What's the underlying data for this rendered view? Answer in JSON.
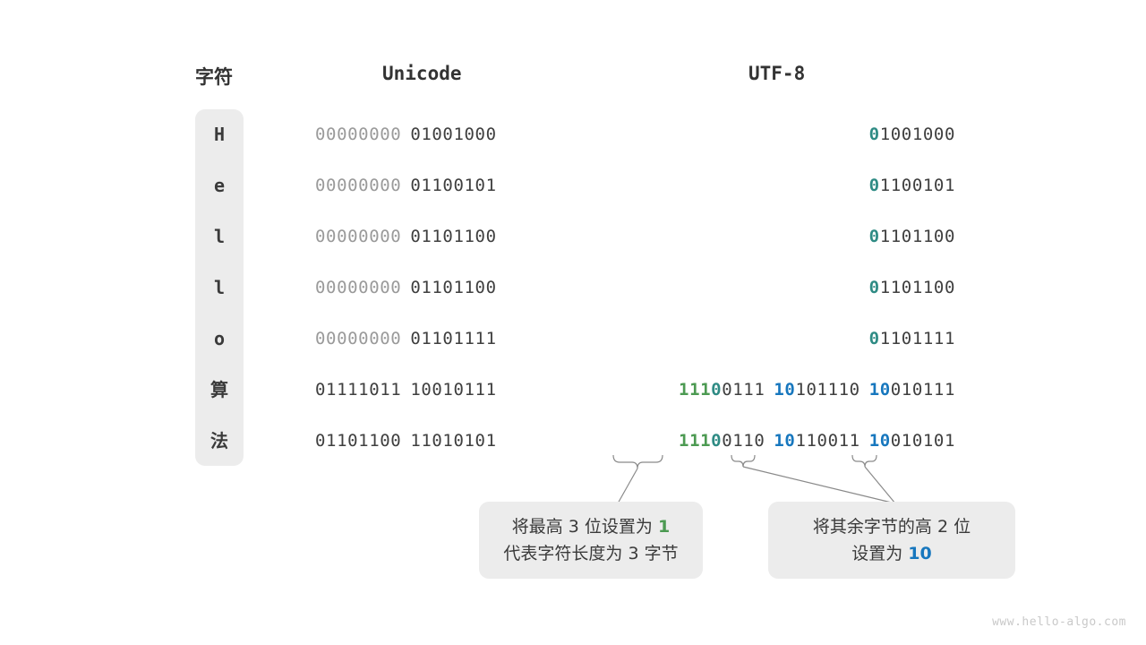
{
  "headers": {
    "character": "字符",
    "unicode": "Unicode",
    "utf8": "UTF-8"
  },
  "rows": [
    {
      "char": "H",
      "unicode_high": "00000000",
      "unicode_low": "01001000",
      "utf8_bytes": [
        {
          "marker": "0",
          "marker_color": "teal",
          "rest": "1001000"
        }
      ]
    },
    {
      "char": "e",
      "unicode_high": "00000000",
      "unicode_low": "01100101",
      "utf8_bytes": [
        {
          "marker": "0",
          "marker_color": "teal",
          "rest": "1100101"
        }
      ]
    },
    {
      "char": "l",
      "unicode_high": "00000000",
      "unicode_low": "01101100",
      "utf8_bytes": [
        {
          "marker": "0",
          "marker_color": "teal",
          "rest": "1101100"
        }
      ]
    },
    {
      "char": "l",
      "unicode_high": "00000000",
      "unicode_low": "01101100",
      "utf8_bytes": [
        {
          "marker": "0",
          "marker_color": "teal",
          "rest": "1101100"
        }
      ]
    },
    {
      "char": "o",
      "unicode_high": "00000000",
      "unicode_low": "01101111",
      "utf8_bytes": [
        {
          "marker": "0",
          "marker_color": "teal",
          "rest": "1101111"
        }
      ]
    },
    {
      "char": "算",
      "unicode_high": "01111011",
      "unicode_low": "10010111",
      "unicode_high_dim": false,
      "utf8_bytes": [
        {
          "marker": "111",
          "marker_color": "green",
          "marker2": "0",
          "marker2_color": "teal",
          "rest": "0111"
        },
        {
          "marker": "10",
          "marker_color": "blue",
          "rest": "101110"
        },
        {
          "marker": "10",
          "marker_color": "blue",
          "rest": "010111"
        }
      ]
    },
    {
      "char": "法",
      "unicode_high": "01101100",
      "unicode_low": "11010101",
      "unicode_high_dim": false,
      "utf8_bytes": [
        {
          "marker": "111",
          "marker_color": "green",
          "marker2": "0",
          "marker2_color": "teal",
          "rest": "0110"
        },
        {
          "marker": "10",
          "marker_color": "blue",
          "rest": "110011"
        },
        {
          "marker": "10",
          "marker_color": "blue",
          "rest": "010101"
        }
      ]
    }
  ],
  "notes": [
    {
      "id": "note-1",
      "line1_pre": "将最高 3 位设置为 ",
      "line1_mark": "1",
      "line1_mark_color": "green",
      "line2_pre": "代表字符长度为 3 字节",
      "line2_mark": "",
      "line2_mark_color": ""
    },
    {
      "id": "note-2",
      "line1_pre": "将其余字节的高 2 位",
      "line1_mark": "",
      "line1_mark_color": "",
      "line2_pre": "设置为 ",
      "line2_mark": "10",
      "line2_mark_color": "blue"
    }
  ],
  "colors": {
    "teal": "#2e8b84",
    "green": "#4c9a52",
    "blue": "#1777be",
    "dim": "#9a9a9a",
    "dark": "#3f3f3f",
    "panel": "#ececec",
    "connector": "#8a8a8a"
  },
  "watermark": "www.hello-algo.com"
}
